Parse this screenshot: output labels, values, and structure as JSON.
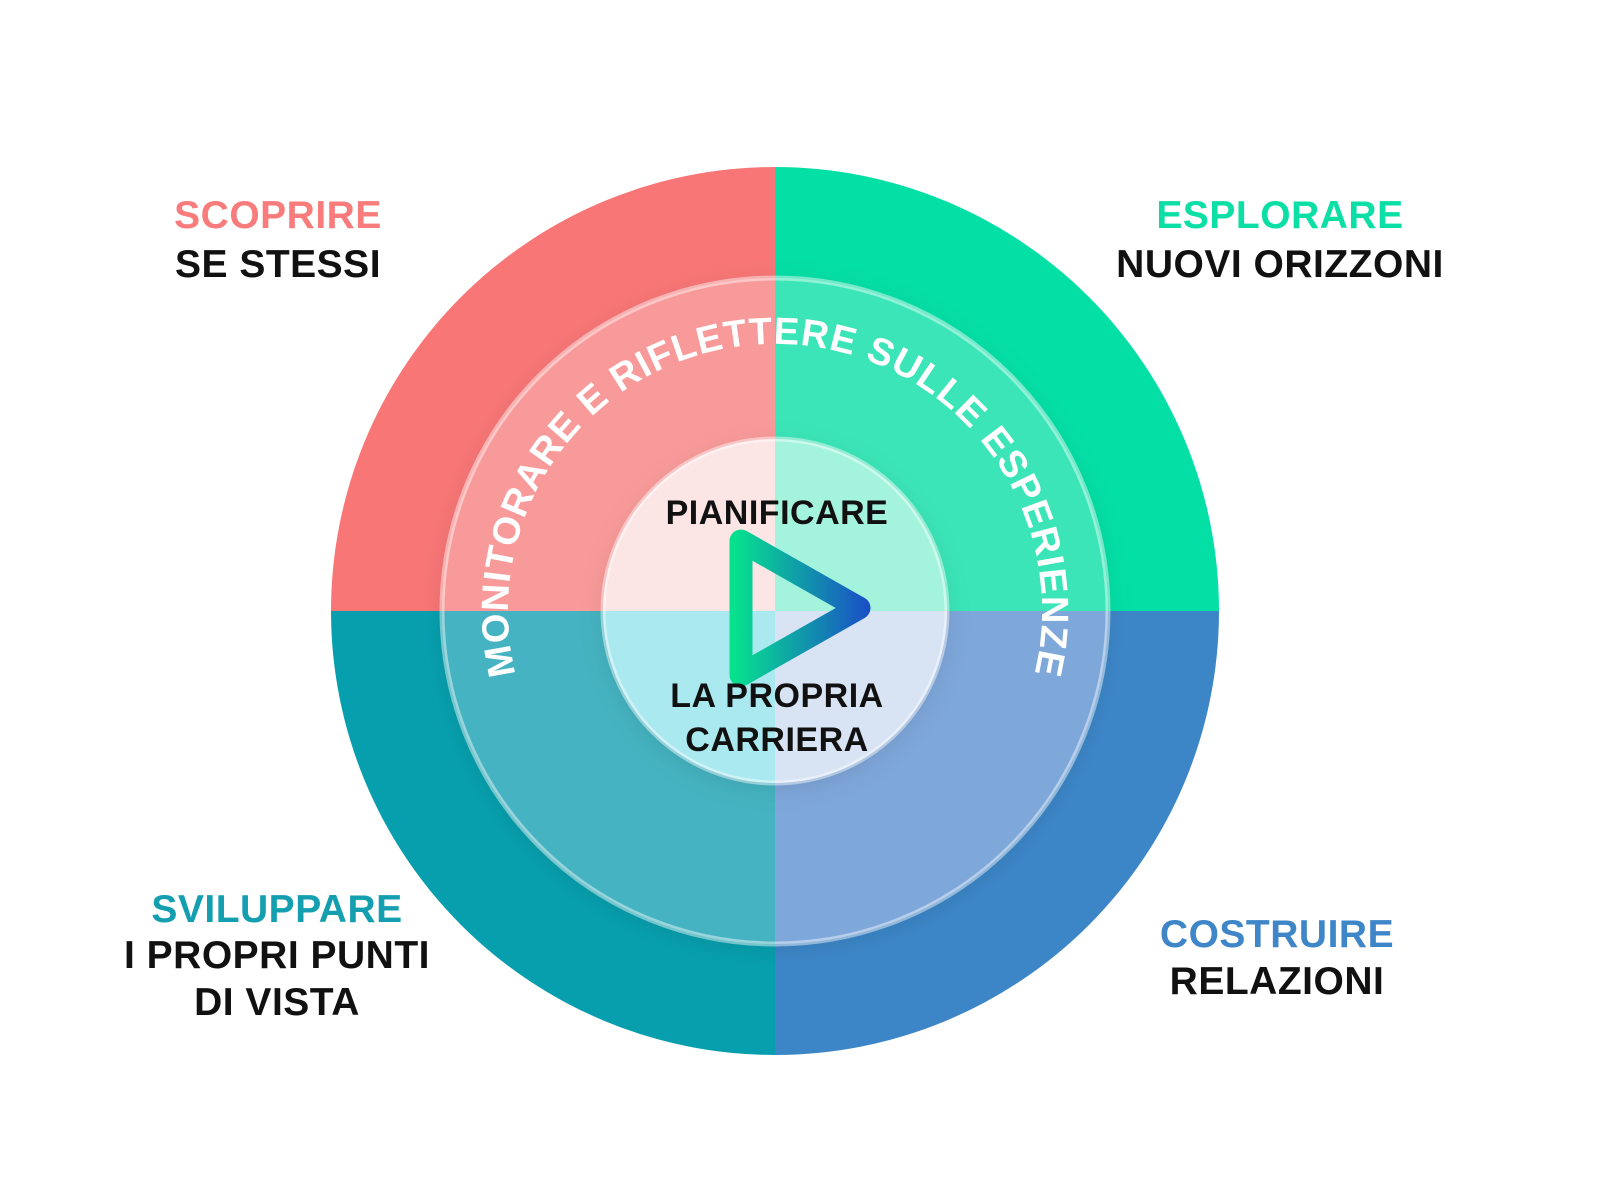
{
  "diagram": {
    "ring_text": "MONITORARE E RIFLETTERE SULLE ESPERIENZE",
    "center": {
      "line1": "PIANIFICARE",
      "line2": "LA PROPRIA",
      "line3": "CARRIERA"
    },
    "corner_labels": {
      "top_left": {
        "heading": "SCOPRIRE",
        "line1": "SE STESSI"
      },
      "top_right": {
        "heading": "ESPLORARE",
        "line1": "NUOVI ORIZZONI"
      },
      "bottom_left": {
        "heading": "SVILUPPARE",
        "line1": "I PROPRI PUNTI",
        "line2": "DI VISTA"
      },
      "bottom_right": {
        "heading": "COSTRUIRE",
        "line1": "RELAZIONI"
      }
    }
  },
  "colors": {
    "background": "#FFFFFF",
    "text_dark": "#111111",
    "ring_text": "#FFFFFF",
    "heading_top_left": "#F97C7C",
    "heading_top_right": "#0BDFA6",
    "heading_bottom_left": "#149FB1",
    "heading_bottom_right": "#3E86C8",
    "quad_outer": {
      "tl": "#F87676",
      "tr": "#04DFA6",
      "bl": "#079FAE",
      "br": "#3C86C8"
    },
    "quad_middle": {
      "tl": "#F99A9A",
      "tr": "#3BE5B7",
      "bl": "#45B3C1",
      "br": "#7EA7DA"
    },
    "quad_inner": {
      "tl": "#FBE5E5",
      "tr": "#A4F4DD",
      "bl": "#ABE9F1",
      "br": "#D8E3F4"
    },
    "play_gradient": {
      "start": "#07E18E",
      "end": "#1A50C6"
    }
  }
}
